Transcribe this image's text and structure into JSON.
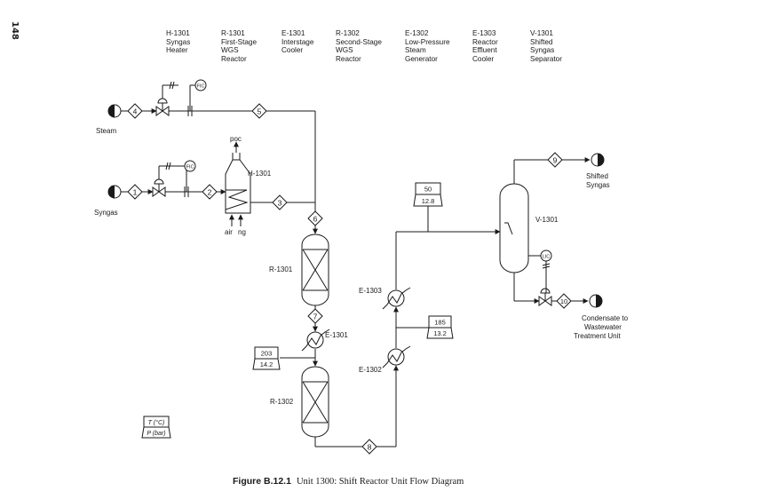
{
  "page_number": "148",
  "legend": [
    {
      "tag": "H-1301",
      "lines": [
        "Syngas",
        "Heater"
      ]
    },
    {
      "tag": "R-1301",
      "lines": [
        "First-Stage",
        "WGS",
        "Reactor"
      ]
    },
    {
      "tag": "E-1301",
      "lines": [
        "Interstage",
        "Cooler"
      ]
    },
    {
      "tag": "R-1302",
      "lines": [
        "Second-Stage",
        "WGS",
        "Reactor"
      ]
    },
    {
      "tag": "E-1302",
      "lines": [
        "Low-Pressure",
        "Steam",
        "Generator"
      ]
    },
    {
      "tag": "E-1303",
      "lines": [
        "Reactor",
        "Effluent",
        "Cooler"
      ]
    },
    {
      "tag": "V-1301",
      "lines": [
        "Shifted",
        "Syngas",
        "Separator"
      ]
    }
  ],
  "streams": [
    "1",
    "2",
    "3",
    "4",
    "5",
    "6",
    "7",
    "8",
    "9",
    "10"
  ],
  "equipment_labels": {
    "h1301": "H-1301",
    "r1301": "R-1301",
    "r1302": "R-1302",
    "e1301": "E-1301",
    "e1302": "E-1302",
    "e1303": "E-1303",
    "v1301": "V-1301"
  },
  "terminals": {
    "steam": "Steam",
    "syngas": "Syngas",
    "shifted": [
      "Shifted",
      "Syngas"
    ],
    "condensate": [
      "Condensate to",
      "Wastewater",
      "Treatment Unit"
    ]
  },
  "heater_labels": {
    "poc": "poc",
    "air": "air",
    "ng": "ng"
  },
  "controllers": {
    "fic": "FIC",
    "lic": "LIC"
  },
  "conditions": [
    {
      "temperature": "50",
      "pressure": "12.8"
    },
    {
      "temperature": "185",
      "pressure": "13.2"
    },
    {
      "temperature": "203",
      "pressure": "14.2"
    }
  ],
  "conditions_key": {
    "temperature": "T (°C)",
    "pressure": "P (bar)"
  },
  "caption": {
    "figure": "Figure B.12.1",
    "text": "Unit 1300: Shift Reactor Unit Flow Diagram"
  }
}
